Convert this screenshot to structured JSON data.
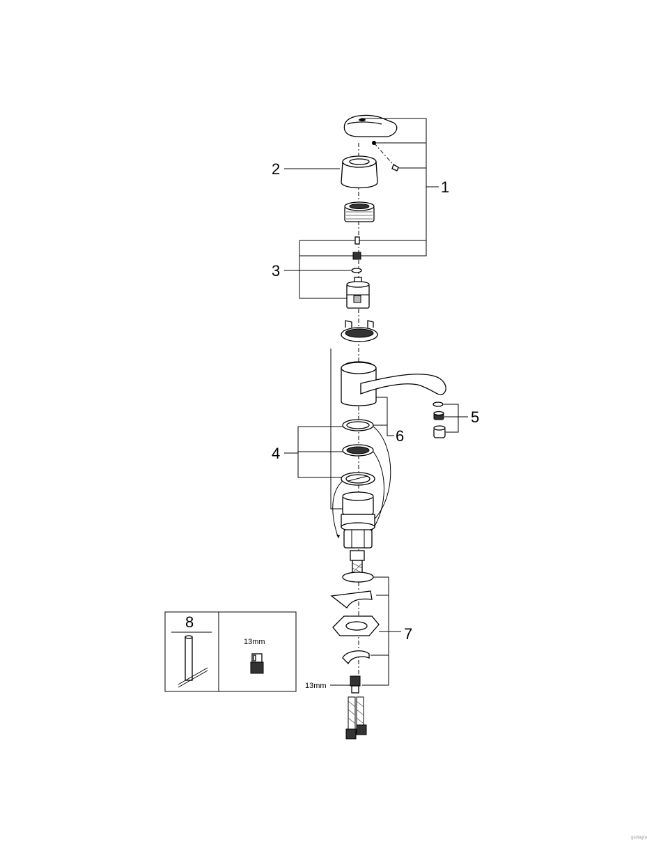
{
  "callouts": {
    "c1": "1",
    "c2": "2",
    "c3": "3",
    "c4": "4",
    "c5": "5",
    "c6": "6",
    "c7": "7",
    "c8": "8"
  },
  "dimensions": {
    "nut_size_main": "13mm",
    "nut_size_inset": "13mm"
  },
  "footer": {
    "watermark": "gsdiagram"
  }
}
